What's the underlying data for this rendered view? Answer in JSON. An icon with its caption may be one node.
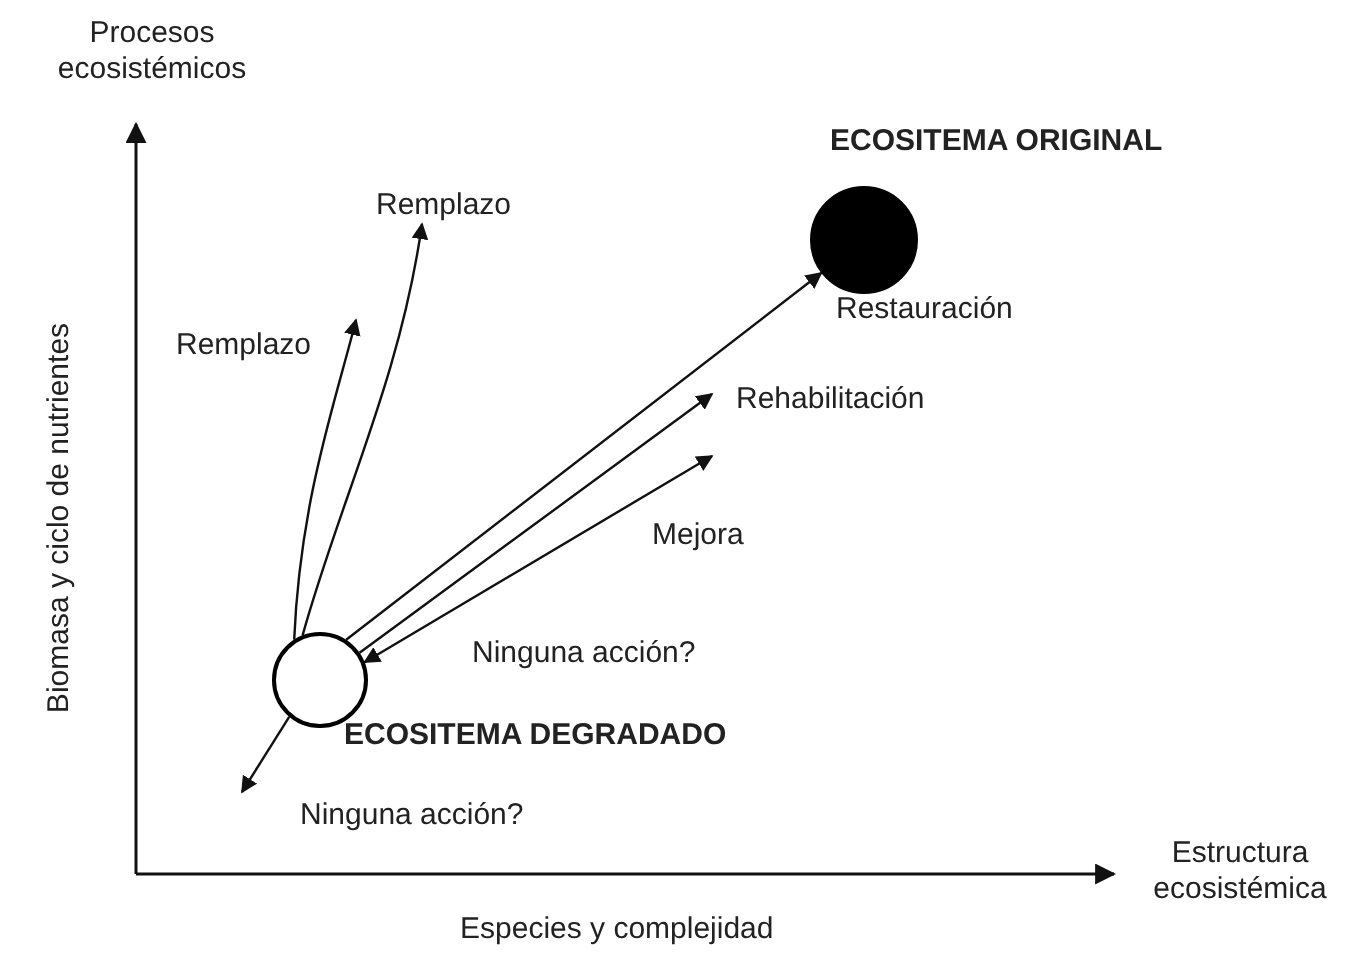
{
  "diagram": {
    "nodes": [
      {
        "text": [
          "ECOSITEMA ORIGINAL"
        ]
      },
      {
        "text": [
          "ECOSITEMA DEGRADADO"
        ]
      }
    ],
    "edges": [
      {
        "from": 1,
        "to": null,
        "arrow": "to",
        "label": "Remplazo"
      },
      {
        "from": 1,
        "to": null,
        "arrow": "to",
        "label": "Remplazo"
      },
      {
        "from": 1,
        "to": 0,
        "arrow": "to",
        "label": "Restauración"
      },
      {
        "from": 1,
        "to": null,
        "arrow": "to",
        "label": "Rehabilitación"
      },
      {
        "from": 1,
        "to": null,
        "arrow": "both",
        "label": "Mejora"
      },
      {
        "from": 1,
        "to": null,
        "arrow": "to",
        "label": "Ninguna acción?"
      }
    ],
    "labels": [
      "Procesos ecosistémicos",
      "Biomasa y ciclo de nutrientes",
      "Ninguna acción?",
      "Estructura ecosistémica",
      "Especies y complejidad"
    ]
  }
}
